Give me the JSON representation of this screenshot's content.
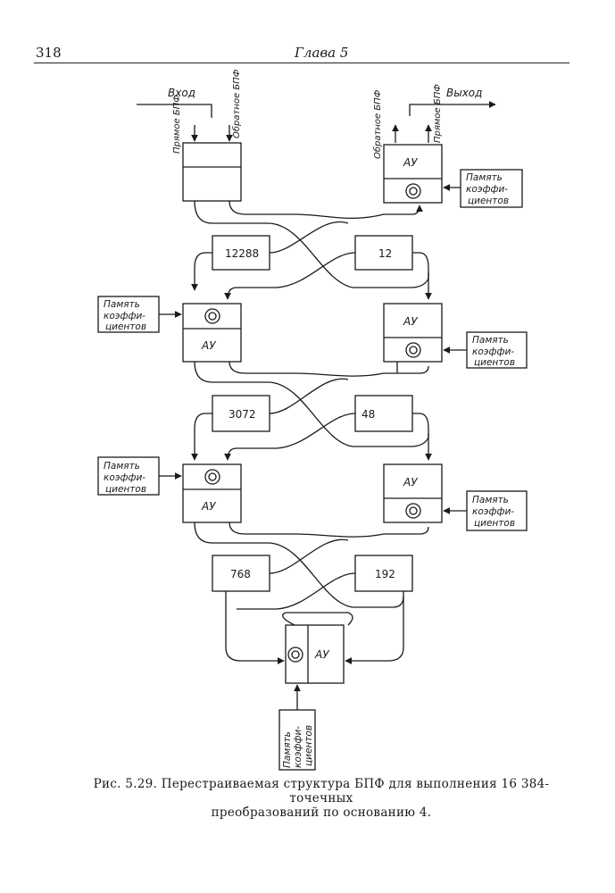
{
  "header": {
    "page_number": "318",
    "chapter": "Глава 5"
  },
  "diagram": {
    "input_label": "Вход",
    "output_label": "Выход",
    "forward_fft": "Прямое БПФ",
    "inverse_fft": "Обратное БПФ",
    "au_label": "АУ",
    "memory_label": [
      "Память",
      "коэффи-",
      "циентов"
    ],
    "delays": [
      "12288",
      "12",
      "3072",
      "48",
      "768",
      "192"
    ]
  },
  "caption": {
    "line1": "Рис. 5.29. Перестраиваемая структура БПФ для выполнения 16 384-точечных",
    "line2": "преобразований по основанию 4."
  }
}
